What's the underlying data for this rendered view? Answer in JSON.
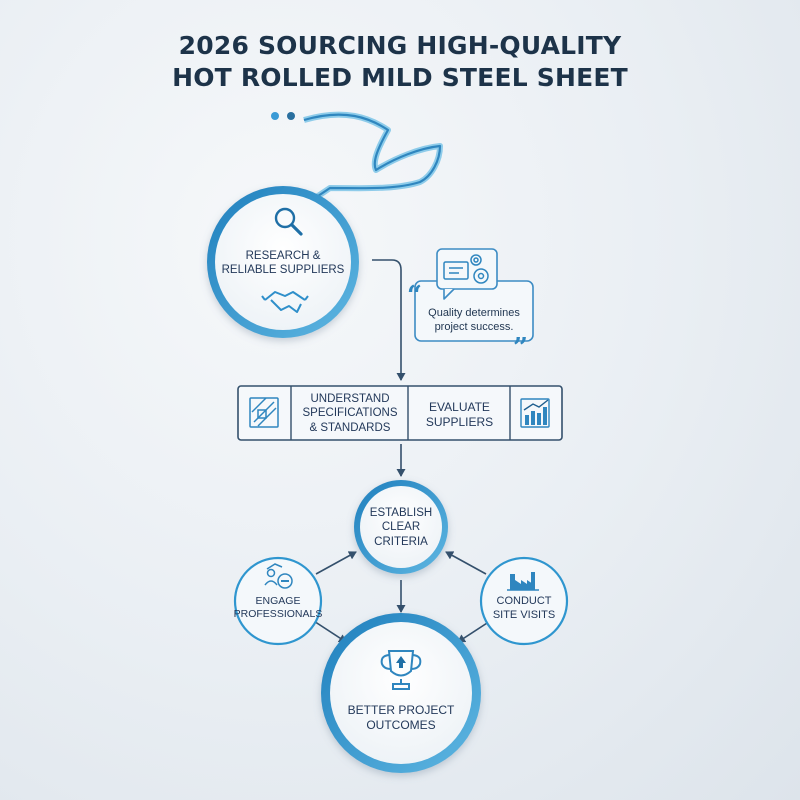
{
  "title": {
    "line1": "2026 SOURCING HIGH-QUALITY",
    "line2": "HOT ROLLED MILD STEEL SHEET"
  },
  "nodes": {
    "research": {
      "line1": "RESEARCH &",
      "line2": "RELIABLE SUPPLIERS",
      "icons": [
        "magnifier-icon",
        "handshake-icon"
      ]
    },
    "quote": {
      "line1": "Quality determines",
      "line2": "project success.",
      "icons": [
        "gears-monitor-icon",
        "quote-open-icon",
        "quote-close-icon"
      ]
    },
    "understand": {
      "line1": "UNDERSTAND",
      "line2": "SPECIFICATIONS",
      "line3": "& STANDARDS",
      "icon": "blueprint-icon"
    },
    "evaluate": {
      "line1": "EVALUATE",
      "line2": "SUPPLIERS",
      "icon": "bar-chart-icon"
    },
    "establish": {
      "line1": "ESTABLISH",
      "line2": "CLEAR",
      "line3": "CRITERIA"
    },
    "engage": {
      "line1": "ENGAGE",
      "line2": "PROFESSIONALS",
      "icon": "chat-people-icon"
    },
    "conduct": {
      "line1": "CONDUCT",
      "line2": "SITE VISITS",
      "icon": "factory-icon"
    },
    "outcome": {
      "line1": "BETTER PROJECT",
      "line2": "OUTCOMES",
      "icon": "trophy-icon"
    }
  },
  "colors": {
    "accent": "#2b8fc7",
    "accent_light": "#7cc4e8",
    "text": "#23395a",
    "line": "#34506c"
  }
}
